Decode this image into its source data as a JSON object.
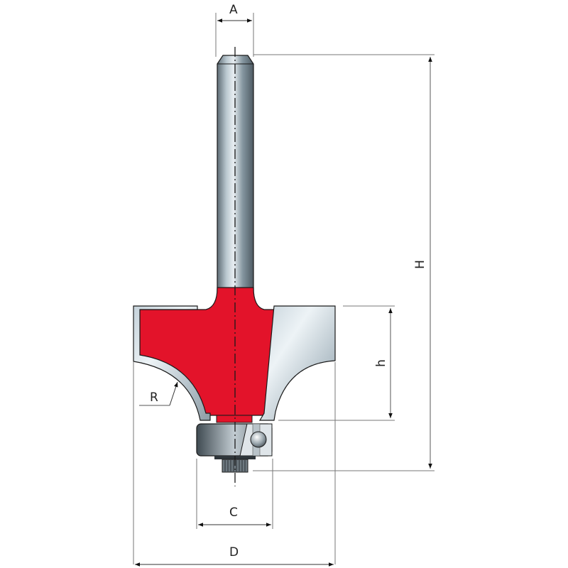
{
  "diagram": {
    "subject": "router bit with ball-bearing guide (rounding-over profile)",
    "colors": {
      "body_red": "#e3132a",
      "steel_light": "#dbe4ea",
      "steel_dark": "#6f7c86",
      "outline": "#1a1a1a",
      "dimension_line": "#555555"
    },
    "dimensions": {
      "A": {
        "label": "A",
        "meaning": "shank diameter"
      },
      "H": {
        "label": "H",
        "meaning": "overall height"
      },
      "h": {
        "label": "h",
        "meaning": "cutting height"
      },
      "R": {
        "label": "R",
        "meaning": "radius"
      },
      "C": {
        "label": "C",
        "meaning": "bearing diameter"
      },
      "D": {
        "label": "D",
        "meaning": "cutting diameter"
      }
    }
  }
}
